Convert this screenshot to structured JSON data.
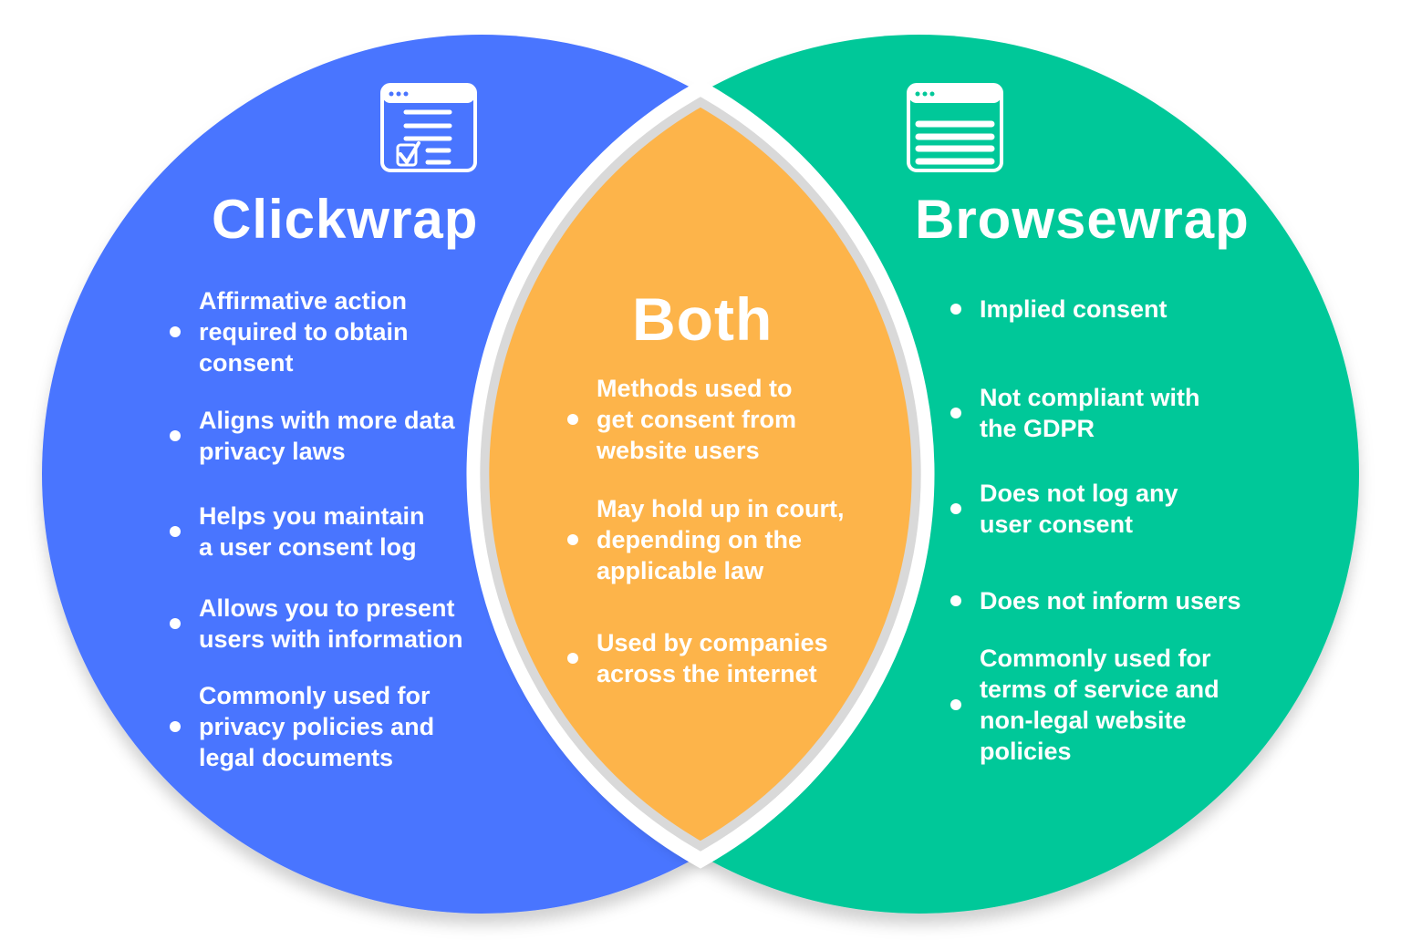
{
  "colors": {
    "clickwrap": "#4A74FF",
    "browsewrap": "#02C899",
    "both": "#FDB44A",
    "border": "#D9D9D9"
  },
  "clickwrap": {
    "title": "Clickwrap",
    "icon": "browser-checklist-icon",
    "items": [
      "Affirmative action required to obtain consent",
      "Aligns with more data privacy laws",
      "Helps you maintain a user consent log",
      "Allows you to present users with information",
      "Commonly used for privacy policies and legal documents"
    ]
  },
  "both": {
    "title": "Both",
    "items": [
      "Methods used to get consent from website users",
      "May hold up in court, depending on the applicable law",
      "Used by companies across the internet"
    ]
  },
  "browsewrap": {
    "title": "Browsewrap",
    "icon": "browser-document-icon",
    "items": [
      "Implied consent",
      "Not compliant with the GDPR",
      "Does not log any user consent",
      "Does not inform users",
      "Commonly used for terms of service and non-legal website policies"
    ]
  }
}
